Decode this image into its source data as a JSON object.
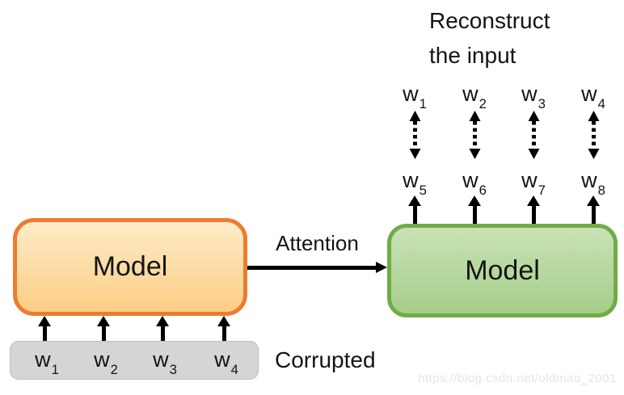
{
  "title": {
    "line1": "Reconstruct",
    "line2": "the input"
  },
  "attention_label": "Attention",
  "corrupted_label": "Corrupted",
  "encoder": {
    "label": "Model",
    "inputs": [
      {
        "base": "w",
        "sub": "1"
      },
      {
        "base": "w",
        "sub": "2"
      },
      {
        "base": "w",
        "sub": "3"
      },
      {
        "base": "w",
        "sub": "4"
      }
    ]
  },
  "decoder": {
    "label": "Model",
    "outputs": [
      {
        "base": "w",
        "sub": "5"
      },
      {
        "base": "w",
        "sub": "6"
      },
      {
        "base": "w",
        "sub": "7"
      },
      {
        "base": "w",
        "sub": "8"
      }
    ],
    "targets": [
      {
        "base": "w",
        "sub": "1"
      },
      {
        "base": "w",
        "sub": "2"
      },
      {
        "base": "w",
        "sub": "3"
      },
      {
        "base": "w",
        "sub": "4"
      }
    ]
  },
  "watermark": "https://blog.csdn.net/oldmao_2001",
  "colors": {
    "encoder_border": "#EC7C30",
    "encoder_fill_top": "#FEECC8",
    "encoder_fill_bottom": "#FBCD83",
    "decoder_border": "#6FAC46",
    "decoder_fill_top": "#C9E2B6",
    "decoder_fill_bottom": "#A5CE89",
    "corrupted_bar_fill": "#D5D5D5",
    "arrow_color": "#000000",
    "text_color": "#141414",
    "watermark_color": "#E5E5E5"
  }
}
